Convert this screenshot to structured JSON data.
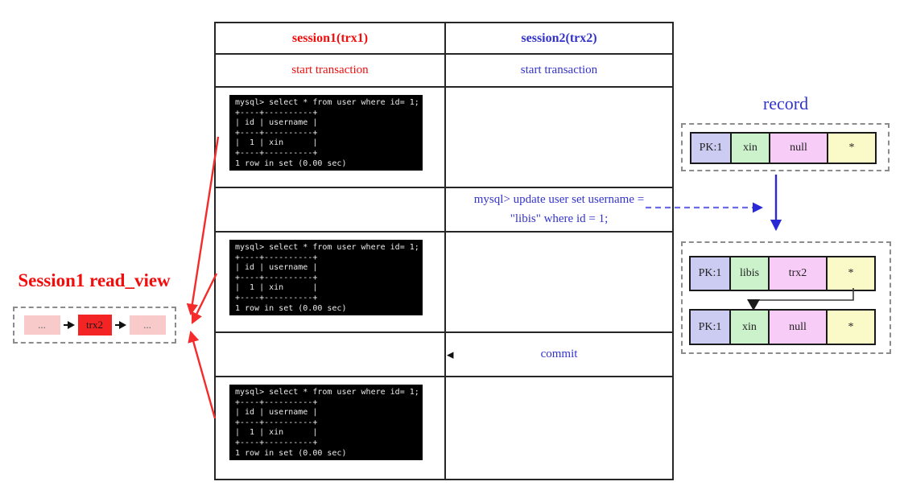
{
  "left_panel": {
    "title": "Session1 read_view",
    "node_prev": "...",
    "node_trx": "trx2",
    "node_next": "..."
  },
  "table": {
    "header": {
      "session1": "session1(trx1)",
      "session2": "session2(trx2)"
    },
    "start": {
      "session1": "start transaction",
      "session2": "start transaction"
    },
    "update_line1": "mysql> update user set username =",
    "update_line2": "\"libis\" where id = 1;",
    "commit_marker": "◀",
    "commit_label": "commit"
  },
  "terminal_output": "mysql> select * from user where id= 1;\n+----+----------+\n| id | username |\n+----+----------+\n|  1 | xin      |\n+----+----------+\n1 row in set (0.00 sec)",
  "record_panel": {
    "title": "record",
    "row_original": {
      "pk": "PK:1",
      "name": "xin",
      "trx": "null",
      "rest": "*"
    },
    "row_updated": {
      "pk": "PK:1",
      "name": "libis",
      "trx": "trx2",
      "rest": "*"
    },
    "row_undo": {
      "pk": "PK:1",
      "name": "xin",
      "trx": "null",
      "rest": "*"
    }
  },
  "colors": {
    "session1_red": "#f20d0d",
    "session2_blue": "#3333cc",
    "arrow_red": "#f52b2b",
    "arrow_blue": "#2929d6",
    "terminal_bg": "#000000",
    "terminal_fg": "#eaeaea",
    "readview_node_bg": "#f9caca",
    "readview_trx_bg": "#f32424",
    "record_pk_bg": "#ccccf2",
    "record_name_bg": "#ccf2cc",
    "record_trx_bg": "#f7ccf7",
    "record_rest_bg": "#fafac8"
  }
}
